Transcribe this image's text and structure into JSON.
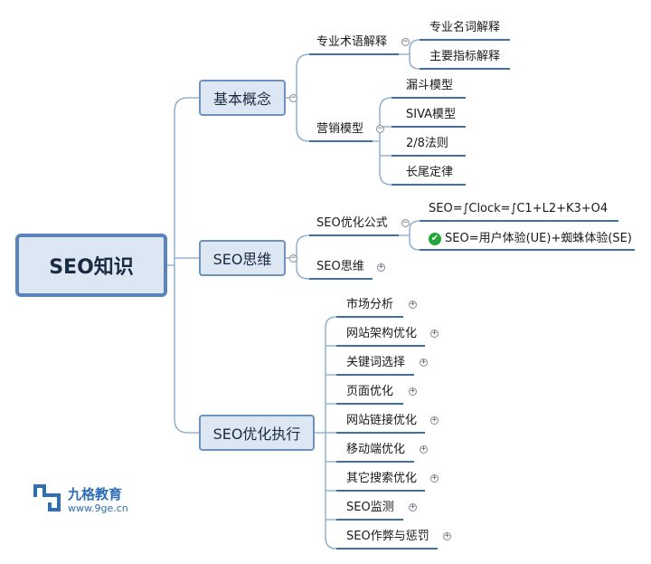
{
  "root": {
    "label": "SEO知识"
  },
  "branches": {
    "basic": {
      "label": "基本概念",
      "children": [
        {
          "label": "专业术语解释",
          "leaves": [
            "专业名词解释",
            "主要指标解释"
          ]
        },
        {
          "label": "营销模型",
          "leaves": [
            "漏斗模型",
            "SIVA模型",
            "2/8法则",
            "长尾定律"
          ]
        }
      ]
    },
    "thinking": {
      "label": "SEO思维",
      "children": [
        {
          "label": "SEO优化公式",
          "leaves": [
            "SEO=∫Clock=∫C1+L2+K3+O4",
            "SEO=用户体验(UE)+蜘蛛体验(SE)"
          ]
        },
        {
          "label": "SEO思维",
          "leaves": []
        }
      ]
    },
    "execution": {
      "label": "SEO优化执行",
      "children": [
        "市场分析",
        "网站架构优化",
        "关键词选择",
        "页面优化",
        "网站链接优化",
        "移动端优化",
        "其它搜索优化",
        "SEO监测",
        "SEO作弊与惩罚"
      ]
    }
  },
  "controls": {
    "collapse_symbol": "−",
    "expand_symbol": "+"
  },
  "check_symbol": "✔",
  "branding": {
    "name": "九格教育",
    "url": "www.9ge.cn"
  },
  "colors": {
    "node_fill": "#dde7f3",
    "node_border": "#6f92bd",
    "root_border": "#5a83bb",
    "connector": "#7ea6cf",
    "underline": "#3f6fa8",
    "check": "#23a53a",
    "brand": "#2e6eb5"
  }
}
